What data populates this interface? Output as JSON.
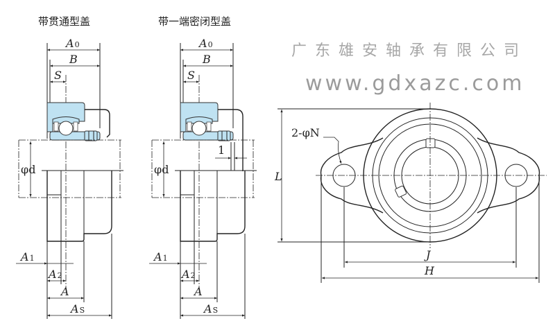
{
  "titles": {
    "through_cover": "带贯通型盖",
    "closed_cover": "带一端密闭型盖"
  },
  "labels": {
    "A0": "A",
    "A0_sub": "0",
    "B": "B",
    "S": "S",
    "d": "φd",
    "A1": "A",
    "A1_sub": "1",
    "A2": "A",
    "A2_sub": "2",
    "A": "A",
    "As": "A",
    "As_sub": "S",
    "one": "1",
    "N": "2-φN",
    "L": "L",
    "J": "J",
    "H": "H"
  },
  "watermark": {
    "company": "广东雄安轴承有限公司",
    "url": "www.gdxazc.com"
  },
  "colors": {
    "bearing_fill": "#bfe2f2",
    "line": "#222222"
  }
}
